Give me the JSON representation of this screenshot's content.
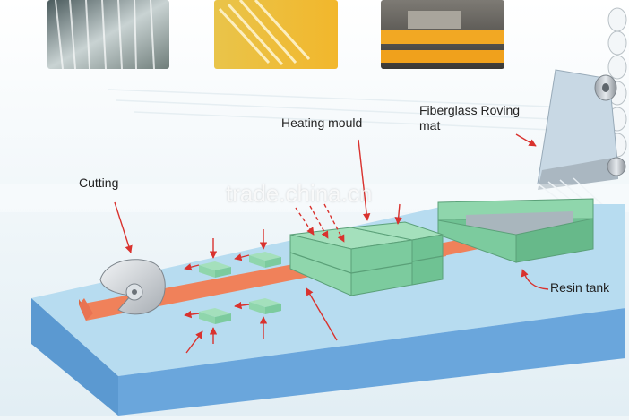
{
  "labels": {
    "heating_mould": "Heating mould",
    "roving_line1": "Fiberglass Roving",
    "roving_line2": "mat",
    "resin_tank": "Resin tank",
    "cutting": "Cutting"
  },
  "watermark": "trade.china.cn",
  "colors": {
    "base_top": "#b7dcf0",
    "base_front": "#6aa6dc",
    "mould_green": "#8fd6ac",
    "profile_orange": "#f0815a",
    "arrow_red": "#d9322e"
  }
}
